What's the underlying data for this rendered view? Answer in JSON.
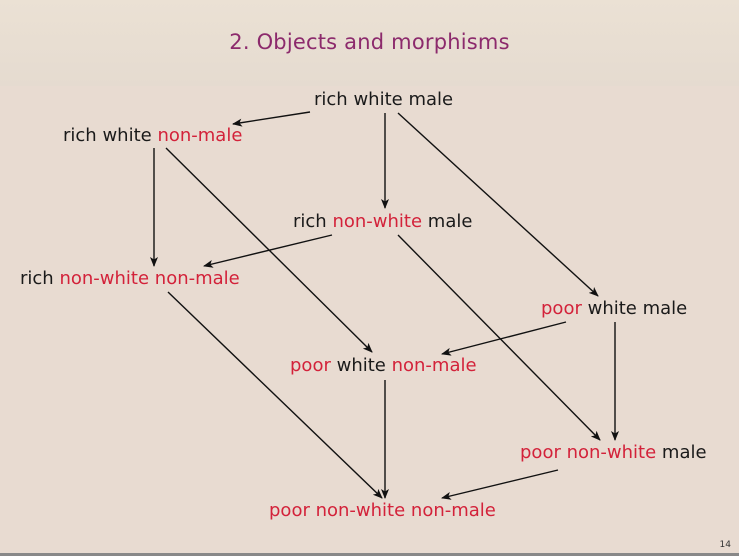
{
  "slide": {
    "title": "2. Objects and morphisms",
    "page_number": "14"
  },
  "colors": {
    "background": "#e8dbd1",
    "title": "#8c2a6c",
    "text": "#1a1a1a",
    "negation": "#d3223a",
    "arrow": "#111111"
  },
  "nodes": {
    "rwm": {
      "w1": "rich",
      "w2": "white",
      "w3": "male"
    },
    "rwn": {
      "w1": "rich",
      "w2": "white",
      "w3": "non-male"
    },
    "rnm": {
      "w1": "rich",
      "w2": "non-white",
      "w3": "male"
    },
    "rnn": {
      "w1": "rich",
      "w2": "non-white",
      "w3": "non-male"
    },
    "pwm": {
      "w1": "poor",
      "w2": "white",
      "w3": "male"
    },
    "pwn": {
      "w1": "poor",
      "w2": "white",
      "w3": "non-male"
    },
    "pnm": {
      "w1": "poor",
      "w2": "non-white",
      "w3": "male"
    },
    "pnn": {
      "w1": "poor",
      "w2": "non-white",
      "w3": "non-male"
    }
  },
  "edges": [
    {
      "from": "rich white male",
      "to": "rich white non-male"
    },
    {
      "from": "rich white male",
      "to": "rich non-white male"
    },
    {
      "from": "rich white male",
      "to": "poor white male"
    },
    {
      "from": "rich white non-male",
      "to": "rich non-white non-male"
    },
    {
      "from": "rich white non-male",
      "to": "poor white non-male"
    },
    {
      "from": "rich non-white male",
      "to": "rich non-white non-male"
    },
    {
      "from": "rich non-white male",
      "to": "poor non-white male"
    },
    {
      "from": "rich non-white non-male",
      "to": "poor non-white non-male"
    },
    {
      "from": "poor white male",
      "to": "poor white non-male"
    },
    {
      "from": "poor white male",
      "to": "poor non-white male"
    },
    {
      "from": "poor white non-male",
      "to": "poor non-white non-male"
    },
    {
      "from": "poor non-white male",
      "to": "poor non-white non-male"
    }
  ]
}
